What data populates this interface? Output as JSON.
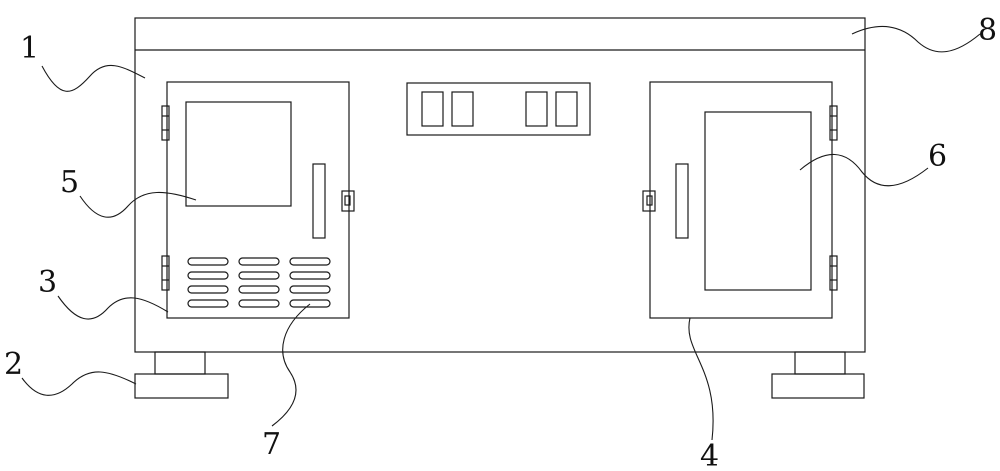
{
  "figure": {
    "labels": {
      "n1": "1",
      "n2": "2",
      "n3": "3",
      "n4": "4",
      "n5": "5",
      "n6": "6",
      "n7": "7",
      "n8": "8"
    },
    "colors": {
      "line": "#1a1a1a",
      "background": "#ffffff"
    }
  }
}
